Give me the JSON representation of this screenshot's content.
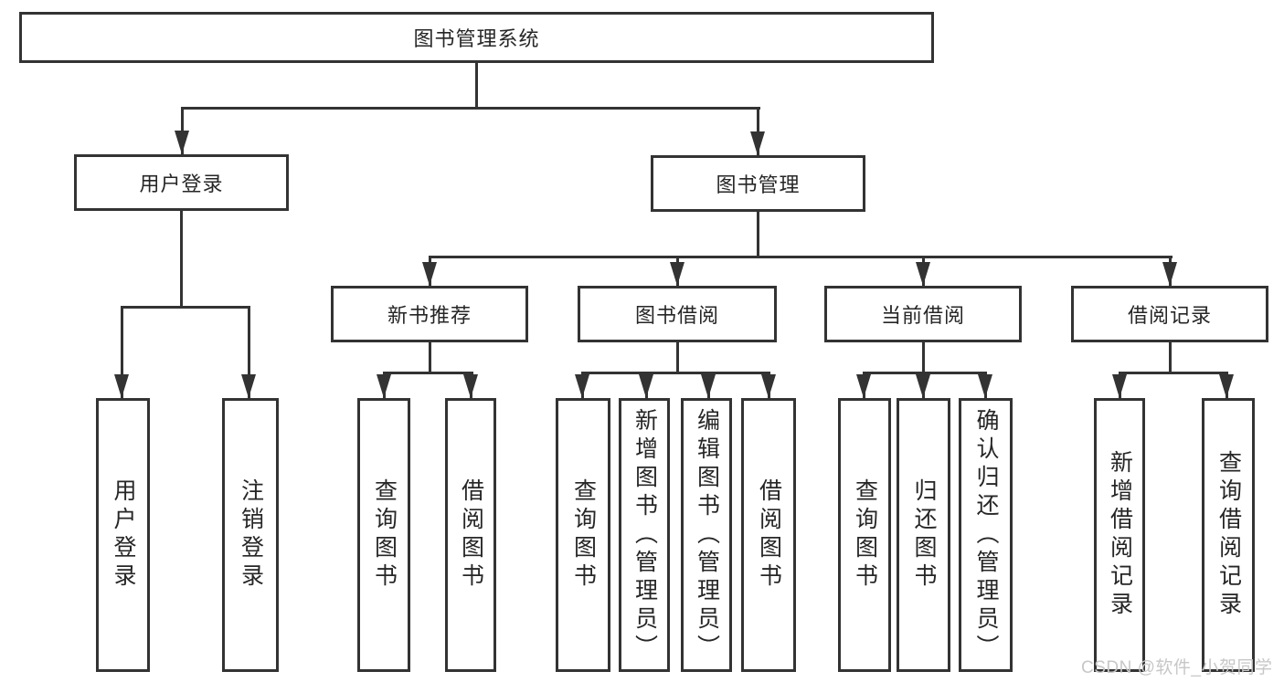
{
  "tree": {
    "label": "图书管理系统",
    "children": [
      {
        "label": "用户登录",
        "children": [
          {
            "label": "用户登录"
          },
          {
            "label": "注销登录"
          }
        ]
      },
      {
        "label": "图书管理",
        "children": [
          {
            "label": "新书推荐",
            "children": [
              {
                "label": "查询图书"
              },
              {
                "label": "借阅图书"
              }
            ]
          },
          {
            "label": "图书借阅",
            "children": [
              {
                "label": "查询图书"
              },
              {
                "label": "新增图书（管理员）"
              },
              {
                "label": "编辑图书（管理员）"
              },
              {
                "label": "借阅图书"
              }
            ]
          },
          {
            "label": "当前借阅",
            "children": [
              {
                "label": "查询图书"
              },
              {
                "label": "归还图书"
              },
              {
                "label": "确认归还（管理员）"
              }
            ]
          },
          {
            "label": "借阅记录",
            "children": [
              {
                "label": "新增借阅记录"
              },
              {
                "label": "查询借阅记录"
              }
            ]
          }
        ]
      }
    ]
  },
  "watermark": {
    "text": "CSDN @软件_小贺同学"
  },
  "colors": {
    "line": "#333333",
    "text": "#262626",
    "watermark": "#c7c7c7",
    "background": "#ffffff"
  }
}
